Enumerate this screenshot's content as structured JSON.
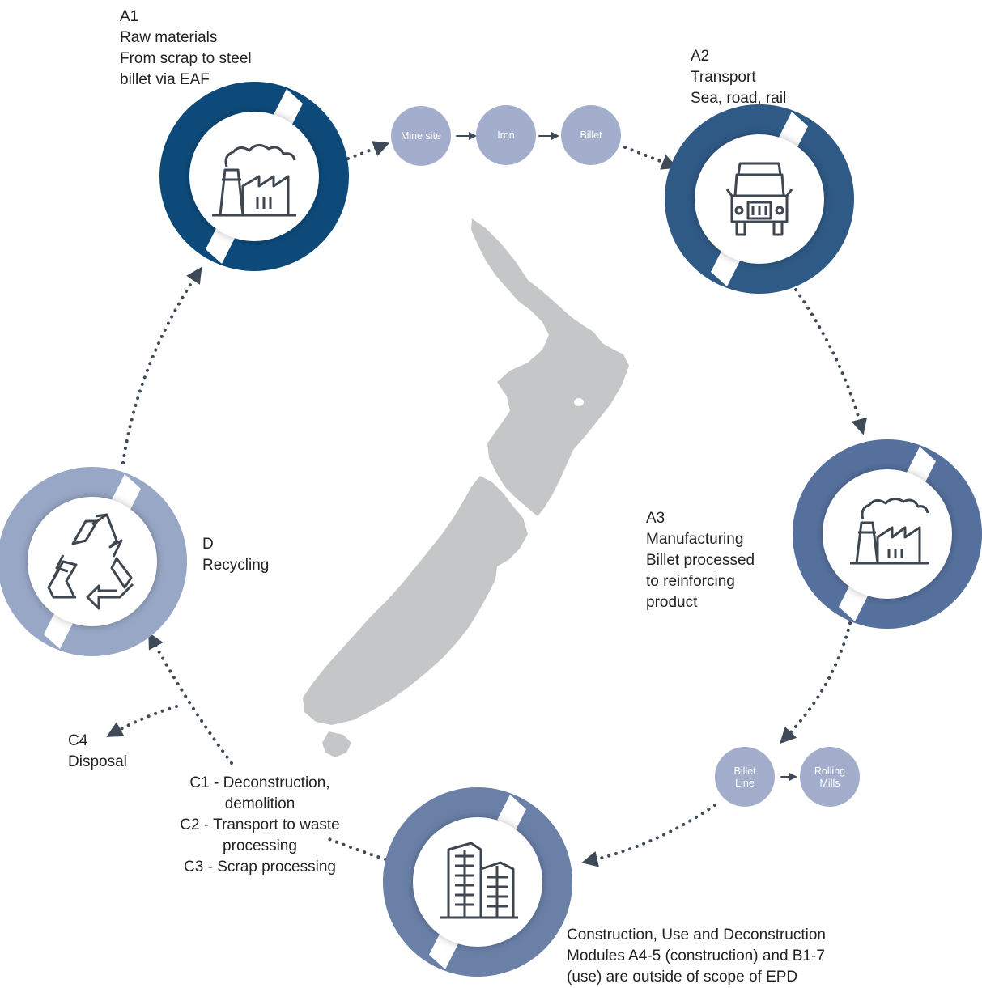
{
  "colors": {
    "a1": "#0d4a7a",
    "a2": "#2f5a86",
    "a3": "#55709c",
    "construction": "#6a80a7",
    "recycling": "#98a7c5",
    "small_nodes": "#a2aecb",
    "map": "#c4c6c8",
    "arrows": "#3e4a57",
    "icon_stroke": "#3e4650"
  },
  "stages": {
    "a1": {
      "lines": [
        "A1",
        "Raw materials",
        "From scrap to steel",
        "billet via EAF"
      ],
      "icon": "factory-icon"
    },
    "a2": {
      "lines": [
        "A2",
        "Transport",
        "Sea, road, rail"
      ],
      "icon": "truck-icon"
    },
    "a3": {
      "lines": [
        "A3",
        "Manufacturing",
        "Billet processed",
        "to reinforcing",
        "product"
      ],
      "icon": "factory-icon"
    },
    "construction": {
      "lines": [
        "Construction, Use and Deconstruction",
        "Modules A4-5 (construction) and B1-7",
        "(use) are outside of scope of EPD"
      ],
      "icon": "buildings-icon"
    },
    "c1_c3": {
      "lines": [
        "C1 - Deconstruction,",
        "demolition",
        "C2 - Transport to waste",
        "processing",
        "C3 - Scrap processing"
      ]
    },
    "c4": {
      "lines": [
        "C4",
        "Disposal"
      ]
    },
    "d": {
      "lines": [
        "D",
        "Recycling"
      ],
      "icon": "recycle-icon"
    }
  },
  "top_nodes": [
    "Mine site",
    "Iron",
    "Billet"
  ],
  "bottom_nodes": [
    [
      "Billet",
      "Line"
    ],
    [
      "Rolling",
      "Mills"
    ]
  ]
}
